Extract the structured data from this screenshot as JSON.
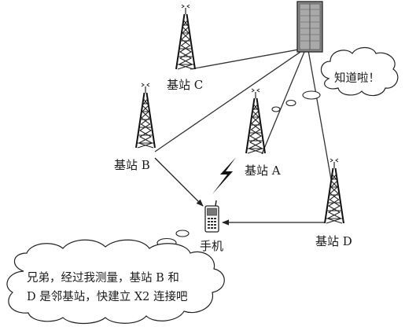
{
  "labels": {
    "station_c": "基站 C",
    "station_b": "基站 B",
    "station_a": "基站 A",
    "station_d": "基站 D",
    "phone": "手机"
  },
  "bubbles": {
    "server_thought": "知道啦！",
    "phone_thought_line1": "兄弟，经过我测量，基站 B 和",
    "phone_thought_line2": "D 是邻基站，快建立 X2 连接吧"
  }
}
